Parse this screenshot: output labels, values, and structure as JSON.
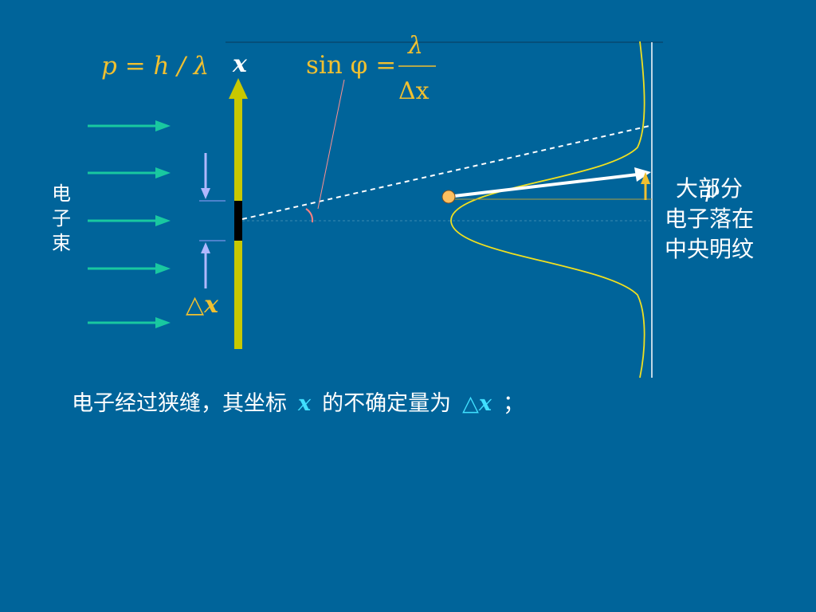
{
  "colors": {
    "background": "#00649a",
    "arrow_green": "#19c8a0",
    "screen_yellow": "#c8c800",
    "formula_gold": "#f0c030",
    "curve_yellow": "#f0e020",
    "bracket_lavender": "#b0b8ff",
    "dot_orange": "#ffc060",
    "cyan_text": "#40e0ff",
    "angle_pink": "#ff8080"
  },
  "formula_momentum": "p = h / λ",
  "axis_label": "x",
  "formula_sin": {
    "lhs": "sin φ =",
    "numerator": "λ",
    "denominator": "Δx"
  },
  "beam_label": [
    "电",
    "子",
    "束"
  ],
  "slit_width_label": "△x",
  "momentum_vector_label": "p",
  "right_note": {
    "line1": "大部分",
    "line2": "电子落在",
    "line3": "中央明纹"
  },
  "caption": {
    "part1": "电子经过狭缝，其坐标",
    "var_x": "x",
    "part2": "的不确定量为",
    "var_dx": "△x",
    "part3": "；"
  },
  "icons": {
    "incoming_arrows": "arrow-right-icon",
    "slit_screen": "screen-bar",
    "electron": "dot-icon",
    "momentum_arrow": "arrow-icon"
  }
}
